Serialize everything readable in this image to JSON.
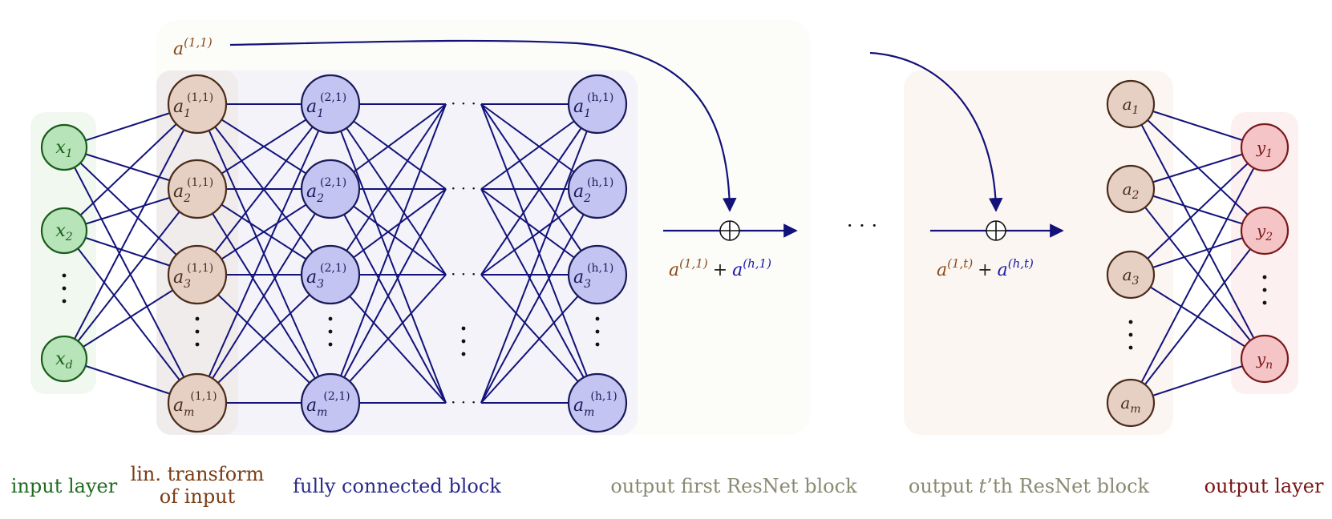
{
  "colors": {
    "edge": "#12127a",
    "green_fill": "#b7e4b9",
    "green_stroke": "#1a5c1a",
    "tan_fill": "#e6d0c4",
    "tan_stroke": "#4a2c1a",
    "blue_fill": "#c4c4f2",
    "blue_stroke": "#1a1a5a",
    "pink_fill": "#f5c4c6",
    "pink_stroke": "#7a1a1a",
    "input_caption": "#1f6b1f",
    "lin_caption": "#7a3c14",
    "fc_caption": "#2a2a8a",
    "resnet_caption": "#8a8a72",
    "output_caption": "#7a1414",
    "formula_brown": "#8a4a1a",
    "formula_blue": "#1a1aa8"
  },
  "nodes": {
    "input": [
      {
        "base": "x",
        "sub": "1"
      },
      {
        "base": "x",
        "sub": "2"
      },
      {
        "base": "x",
        "sub": "d"
      }
    ],
    "lin": [
      {
        "base": "a",
        "sub": "1",
        "sup": "(1,1)"
      },
      {
        "base": "a",
        "sub": "2",
        "sup": "(1,1)"
      },
      {
        "base": "a",
        "sub": "3",
        "sup": "(1,1)"
      },
      {
        "base": "a",
        "sub": "m",
        "sup": "(1,1)"
      }
    ],
    "hidden2": [
      {
        "base": "a",
        "sub": "1",
        "sup": "(2,1)"
      },
      {
        "base": "a",
        "sub": "2",
        "sup": "(2,1)"
      },
      {
        "base": "a",
        "sub": "3",
        "sup": "(2,1)"
      },
      {
        "base": "a",
        "sub": "m",
        "sup": "(2,1)"
      }
    ],
    "hiddenh": [
      {
        "base": "a",
        "sub": "1",
        "sup": "(h,1)"
      },
      {
        "base": "a",
        "sub": "2",
        "sup": "(h,1)"
      },
      {
        "base": "a",
        "sub": "3",
        "sup": "(h,1)"
      },
      {
        "base": "a",
        "sub": "m",
        "sup": "(h,1)"
      }
    ],
    "last": [
      {
        "base": "a",
        "sub": "1"
      },
      {
        "base": "a",
        "sub": "2"
      },
      {
        "base": "a",
        "sub": "3"
      },
      {
        "base": "a",
        "sub": "m"
      }
    ],
    "output": [
      {
        "base": "y",
        "sub": "1"
      },
      {
        "base": "y",
        "sub": "2"
      },
      {
        "base": "y",
        "sub": "n"
      }
    ]
  },
  "skip_label": {
    "base": "a",
    "sup": "(1,1)"
  },
  "sum1": {
    "a": "a",
    "a_sup": "(1,1)",
    "plus": "+",
    "b": "a",
    "b_sup": "(h,1)"
  },
  "sumt": {
    "a": "a",
    "a_sup": "(1,t)",
    "plus": "+",
    "b": "a",
    "b_sup": "(h,t)"
  },
  "ellipsis": "· · ·",
  "captions": {
    "input": "input layer",
    "lin_line1": "lin. transform",
    "lin_line2": "of input",
    "fc": "fully connected block",
    "first": "output first ResNet block",
    "t_pre": "output ",
    "t_var": "t",
    "t_post": "’th ResNet block",
    "output": "output layer"
  }
}
